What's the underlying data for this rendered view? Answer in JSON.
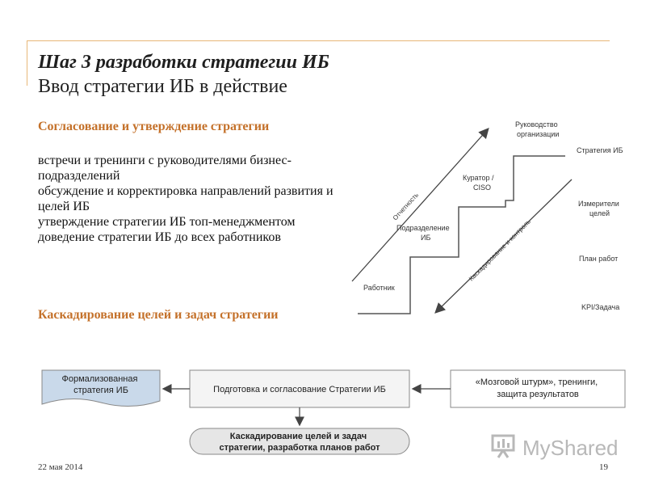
{
  "slide": {
    "title": "Шаг 3 разработки стратегии ИБ",
    "subtitle": "Ввод стратегии ИБ в действие",
    "section1_heading": "Согласование и утверждение стратегии",
    "bullets": [
      "встречи и тренинги с руководителями бизнес-подразделений",
      "обсуждение и корректировка направлений развития и целей ИБ",
      "утверждение стратегии ИБ топ-менеджментом",
      "доведение стратегии ИБ до всех работников"
    ],
    "section2_heading": "Каскадирование целей и задач стратегии"
  },
  "diagram": {
    "level_labels": {
      "top": [
        "Руководство",
        "организации"
      ],
      "curator": [
        "Куратор /",
        "CISO"
      ],
      "dept": [
        "Подразделение",
        "ИБ"
      ],
      "worker": "Работник"
    },
    "right_labels": {
      "strategy": "Стратегия ИБ",
      "measures": [
        "Измерители",
        "целей"
      ],
      "plan": "План работ",
      "kpi": "KPI/Задача"
    },
    "arrow_up_label": "Отчетность",
    "arrow_down_label": "Каскадирование и контроль"
  },
  "flow": {
    "formalized": [
      "Формализованная",
      "стратегия ИБ"
    ],
    "prep": "Подготовка и согласование Стратегии ИБ",
    "brainstorm": [
      "«Мозговой штурм», тренинги,",
      "защита результатов"
    ],
    "cascade": [
      "Каскадирование целей и задач",
      "стратегии, разработка планов работ"
    ]
  },
  "footer": {
    "date": "22 мая 2014",
    "page": "19"
  },
  "logo": {
    "text": "MyShared"
  },
  "colors": {
    "accent_orange": "#c4712a",
    "frame_line": "#e8b778",
    "doc_fill": "#c9d9ea",
    "box_border": "#888888"
  }
}
